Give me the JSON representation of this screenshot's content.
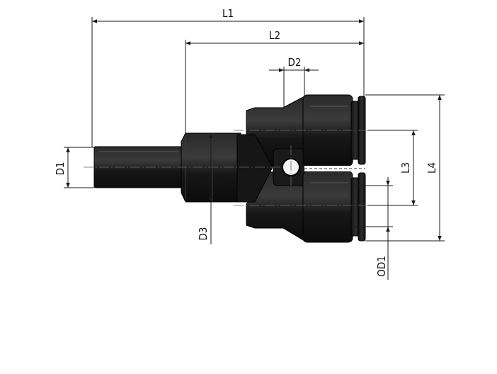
{
  "drawing": {
    "colors": {
      "part": "#1c1c1c",
      "dimension_line": "#1a1a1a",
      "background": "#ffffff"
    },
    "labels": {
      "L1": "L1",
      "L2": "L2",
      "D2": "D2",
      "D1": "D1",
      "D3": "D3",
      "L3": "L3",
      "L4": "L4",
      "OD1": "OD1"
    }
  }
}
